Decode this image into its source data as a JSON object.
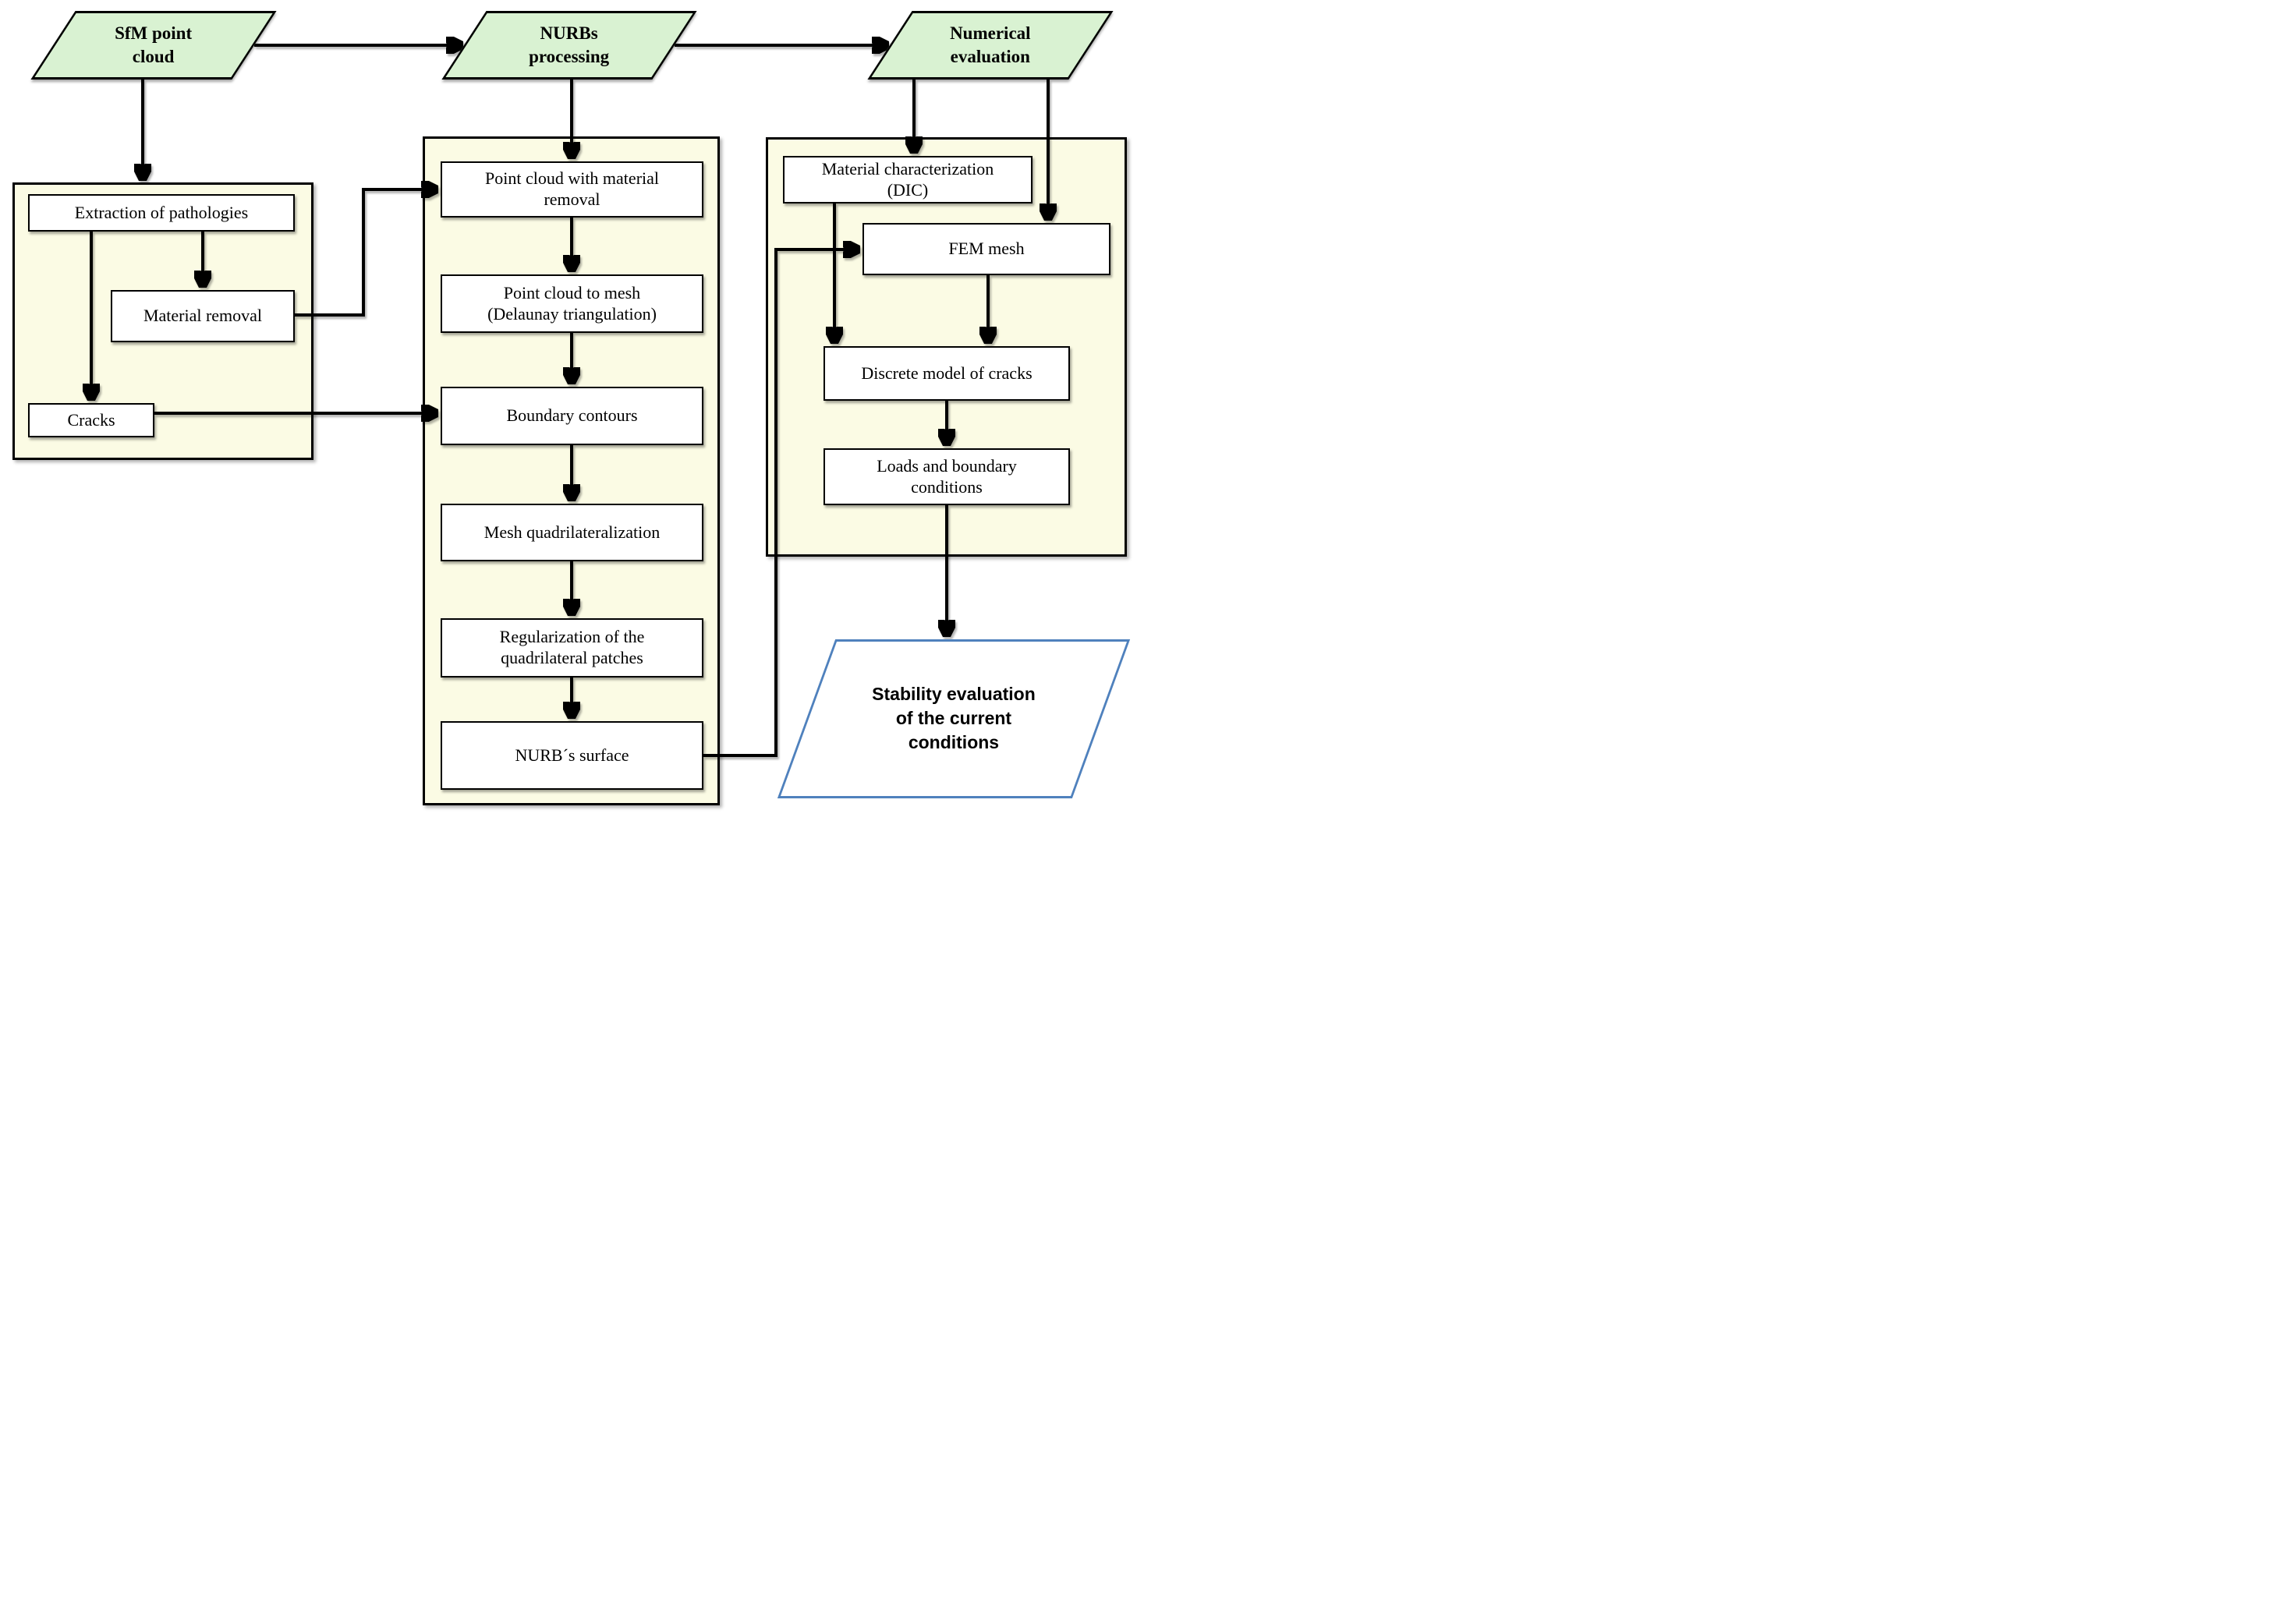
{
  "nodes": {
    "sfm_point_cloud": {
      "label": [
        "SfM point",
        "cloud"
      ]
    },
    "nurbs_processing": {
      "label": [
        "NURBs",
        "processing"
      ]
    },
    "numerical_evaluation": {
      "label": [
        "Numerical",
        "evaluation"
      ]
    },
    "extraction_of_pathologies": {
      "label": "Extraction of pathologies"
    },
    "material_removal": {
      "label": "Material removal"
    },
    "cracks": {
      "label": "Cracks"
    },
    "point_cloud_with_material_removal": {
      "label": [
        "Point cloud with material",
        "removal"
      ]
    },
    "point_cloud_to_mesh": {
      "label": [
        "Point cloud to mesh",
        "(Delaunay triangulation)"
      ]
    },
    "boundary_contours": {
      "label": "Boundary contours"
    },
    "mesh_quadrilateralization": {
      "label": "Mesh quadrilateralization"
    },
    "regularization_of_patches": {
      "label": [
        "Regularization of the",
        "quadrilateral patches"
      ]
    },
    "nurbs_surface": {
      "label": "NURB´s surface"
    },
    "material_characterization": {
      "label": [
        "Material characterization",
        "(DIC)"
      ]
    },
    "fem_mesh": {
      "label": "FEM mesh"
    },
    "discrete_model_of_cracks": {
      "label": "Discrete model of cracks"
    },
    "loads_and_boundary_conditions": {
      "label": [
        "Loads and boundary",
        "conditions"
      ]
    },
    "stability_evaluation": {
      "label": [
        "Stability evaluation",
        "of the current",
        "conditions"
      ]
    }
  },
  "colors": {
    "stage_fill": "#d9f2d2",
    "panel_fill": "#fbfbe4",
    "box_fill": "#ffffff",
    "line_color": "#000000",
    "result_border": "#4f81bd"
  }
}
